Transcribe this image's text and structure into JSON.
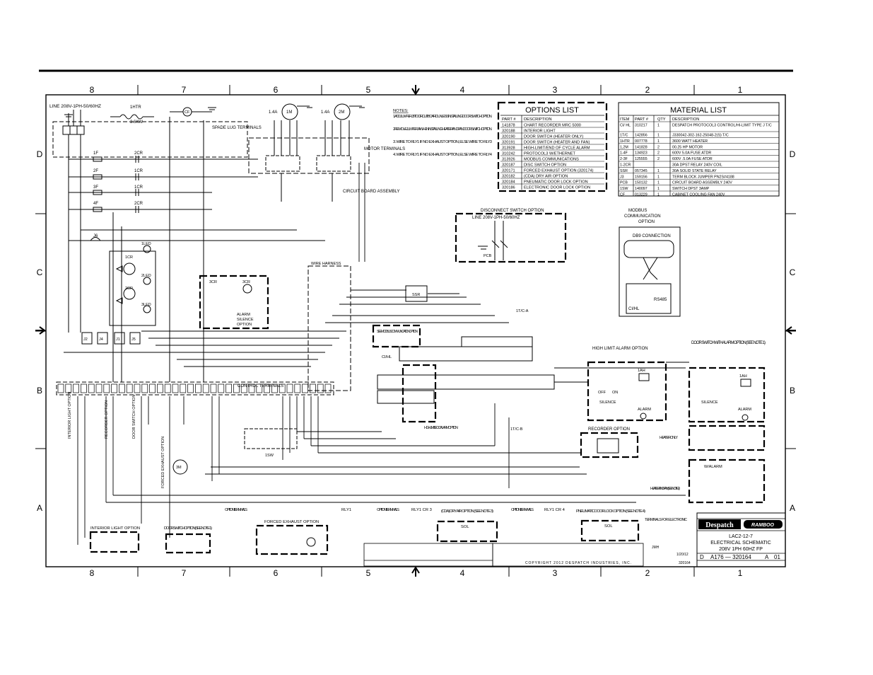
{
  "zones": [
    "8",
    "7",
    "6",
    "5",
    "4",
    "3",
    "2",
    "1"
  ],
  "rows": [
    "D",
    "C",
    "B",
    "A"
  ],
  "line_supply": "LINE 208V-1PH-50/60HZ",
  "labels": {
    "htr": "1HTR",
    "htr_rating": "3.6KW",
    "cf": "CF",
    "m1": "1M",
    "m2": "2M",
    "m1_amps": "1.4A",
    "m2_amps": "1.4A",
    "spade_lug": "SPADE LUG TERMINALS",
    "motor_terminals": "MOTOR TERMINALS",
    "circuit_board_assembly": "CIRCUIT BOARD ASSEMBLY",
    "wire_harness": "WIRE HARNESS",
    "control_terminals": "CONTROL TERMINALS",
    "alarm_silence": "ALARM SILENCE OPTION",
    "high_limit": "HIGH LIMIT/ EOC ALARM OPTION",
    "ci_hl": "CI/HL",
    "see_modbus": "SEE MODBUS COMMUNICATION OPTION",
    "tc_a": "1T/C-A",
    "tc_b": "1T/C-B",
    "interior_light_opt": "INTERIOR LIGHT OPTION",
    "recorder_opt": "RECORDER OPTION",
    "door_switch_opt": "DOOR SWITCH OPTION",
    "forced_exhaust": "FORCED EXHAUST OPTION",
    "ssr": "SSR",
    "led1": "1LED",
    "led2": "2LED",
    "led3": "3LED",
    "tcr": "1CR",
    "tcr2": "2CR"
  },
  "notes": {
    "title": "NOTES:",
    "items": [
      "1. ADD JUMPER J3 TO CIRCUIT BOARD UNLESS INSTALLING DOOR SWITCH OPTION.",
      "2. REMOVE JUMPER J4 WHEN INSTALLING HEATER AND FAN DOOR SWITCH OPTION.",
      "3. WIRE TO RLY1 IF NO EXHAUST OPTION, ELSE WIRE TO RLY3",
      "4. WIRE TO RLY1 IF NO EXHAUST OPTION, ELSE WIRE TO RLY4"
    ]
  },
  "options_list": {
    "title": "OPTIONS LIST",
    "headers": [
      "PART #",
      "DESCRIPTION"
    ],
    "rows": [
      [
        "141878",
        "CHART RECORDER MRC 5000"
      ],
      [
        "320188",
        "INTERIOR LIGHT"
      ],
      [
        "320190",
        "DOOR SWITCH (HEATER ONLY)"
      ],
      [
        "320191",
        "DOOR SWITCH (HEATER AND FAN)"
      ],
      [
        "313928",
        "HIGH-LIMIT/END OF CYCLE ALARM"
      ],
      [
        "310242",
        "PROTOCOL3 W/ETHERNET"
      ],
      [
        "313926",
        "MODBUS COMMUNICATIONS"
      ],
      [
        "320187",
        "DISC SWITCH OPTION"
      ],
      [
        "320171",
        "FORCED EXHAUST OPTION (320174)"
      ],
      [
        "320182",
        "(CDA) DRY AIR OPTION"
      ],
      [
        "320184",
        "PNEUMATIC DOOR LOCK OPTION"
      ],
      [
        "320186",
        "ELECTRONIC DOOR LOCK OPTION"
      ]
    ]
  },
  "material_list": {
    "title": "MATERIAL LIST",
    "headers": [
      "ITEM",
      "PART #",
      "QTY",
      "DESCRIPTION"
    ],
    "rows": [
      [
        "CI/ HL",
        "310217",
        "1",
        "DESPATCH PROTOCOL3 CONTROL/HI-LIMIT TYPE J T/C"
      ],
      [
        "1T/C",
        "142856",
        "1",
        "J330042-302-162-25048-2(S) T/C"
      ],
      [
        "1HTR",
        "007778",
        "1",
        "3600 WATT HEATER"
      ],
      [
        "1,2M",
        "141828",
        "2",
        "00.25 HP MOTOR"
      ],
      [
        "1-4F",
        "134923",
        "2",
        "600V 5.0A FUSE ATDR"
      ],
      [
        "2-3F",
        "125555",
        "2",
        "600V .5.0A FUSE ATDR"
      ],
      [
        "1-2CR",
        "",
        "",
        "30A DPST RELAY 240V COIL"
      ],
      [
        "SSR",
        "057345",
        "1",
        "30A SOLID STATE RELAY"
      ],
      [
        "J3",
        "159156",
        "1",
        "TERM BLOCK JUMPER PN2S#4188"
      ],
      [
        "PCB",
        "150132",
        "1",
        "CIRCUIT BOARD ASSEMBLY 240V"
      ],
      [
        "1SW",
        "140097",
        "1",
        "SWITCH DPST 3AMP"
      ],
      [
        "CF",
        "013229",
        "1",
        "CABINET COOLING FAN 240V"
      ]
    ]
  },
  "disconnect": {
    "title": "DISCONNECT SWITCH OPTION",
    "line": "LINE 208V-1PH-50/60HZ"
  },
  "modbus": {
    "title": "MODBUS COMMUNICATION OPTION",
    "connector": "DB9 CONNECTION",
    "rs485": "RS485",
    "ci_hl": "CI/HL"
  },
  "high_limit_alarm": {
    "title": "HIGH LIMIT ALARM OPTION",
    "silence": "SILENCE",
    "alarm": "ALARM",
    "off": "OFF",
    "on": "ON"
  },
  "door_switch_alarm": {
    "title": "DOOR SWITCH WITH ALARM OPTION (SEE NOTE 1)",
    "silence": "SILENCE",
    "alarm": "ALARM",
    "heater_only": "HEATER ONLY",
    "w_alarm": "W/ALARM",
    "heater_and_fan": "HEATER AND FAN (SEE NOTE 2)"
  },
  "bottom_options": {
    "interior_light": "INTERIOR LIGHT OPTION",
    "door_switch": "DOOR SWITCH OPTION (SEE NOTE 1)",
    "forced_exhaust": "FORCED EXHAUST OPTION",
    "dry_air": "(CDA) DRY AIR OPTION (SEE NOTE 3)",
    "pneumatic_lock": "PNEUMATIC DOOR LOCK OPTION (SEE NOTE 4)",
    "option_terminals": "OPTION TERMINALS",
    "sol": "SOL",
    "rly1": "RLY1",
    "rly1_cr3": "RLY1 CR 3",
    "rly1_cr4": "RLY1 CR 4",
    "terminals_for_electronic": "TERMINALS FOR ELECTRONIC"
  },
  "title_block": {
    "company": "Despatch",
    "brand": "RAMBOO",
    "model": "LAC2-12-7",
    "drawing_title": "ELECTRICAL SCHEMATIC",
    "spec": "208V 1PH 60HZ FP",
    "size": "D",
    "dwg_no": "A176 — 320164",
    "rev": "A",
    "sheet": "01",
    "copyright": "COPYRIGHT 2012 DESPATCH INDUSTRIES, INC.",
    "drawn": "JMH",
    "date": "1/20/12",
    "part_number": "320164"
  }
}
